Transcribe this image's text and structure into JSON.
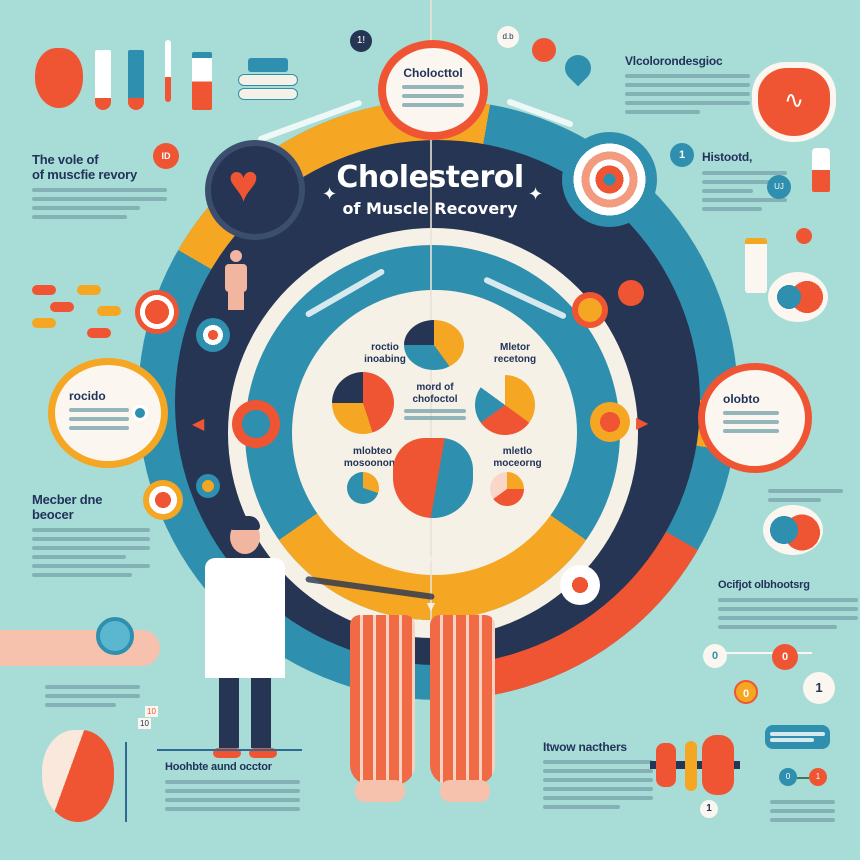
{
  "title": {
    "line1": "Cholesterol",
    "line2": "of Muscle Recovery"
  },
  "top_bubble": {
    "heading": "Cholocttol"
  },
  "left_top_block": {
    "heading_line1": "The vole of",
    "heading_line2": "of muscfie revory",
    "badge": "ID"
  },
  "right_top_block": {
    "heading": "Vlcolorondesgioc"
  },
  "right_mid_block": {
    "heading": "Histootd,",
    "badge": "1",
    "badge2": "UJ"
  },
  "left_bubble": {
    "heading": "rocido"
  },
  "right_bubble": {
    "heading": "olobto"
  },
  "left_mid_block": {
    "heading_line1": "Mecber dne",
    "heading_line2": "beocer"
  },
  "right_low_block": {
    "heading": "Ocifjot olbhootsrg",
    "nodes": [
      "0",
      "0",
      "0",
      "1"
    ]
  },
  "bottom_left_block": {
    "heading": "Hoohbte aund occtor",
    "meter_labels": [
      "10",
      "10"
    ]
  },
  "bottom_mid_block": {
    "heading": "Itwow nacthers"
  },
  "bottom_right_block": {
    "badge": "1",
    "node_a": "0",
    "node_b": "1"
  },
  "center": {
    "top_left_label_line1": "roctio",
    "top_left_label_line2": "inoabing",
    "top_right_label_line1": "Mletor",
    "top_right_label_line2": "recetong",
    "middle_label_line1": "mord of",
    "middle_label_line2": "chofoctol",
    "bottom_left_label_line1": "mlobteo",
    "bottom_left_label_line2": "mosoonono",
    "bottom_right_label_line1": "mletlo",
    "bottom_right_label_line2": "moceorng"
  },
  "small_badges": {
    "top_center": "1!",
    "top_right_pill": "d.b"
  },
  "colors": {
    "background": "#a8dcd7",
    "navy": "#253553",
    "teal": "#2f8fae",
    "orange": "#f5a623",
    "red": "#ef5533",
    "cream": "#f6f1e6"
  }
}
